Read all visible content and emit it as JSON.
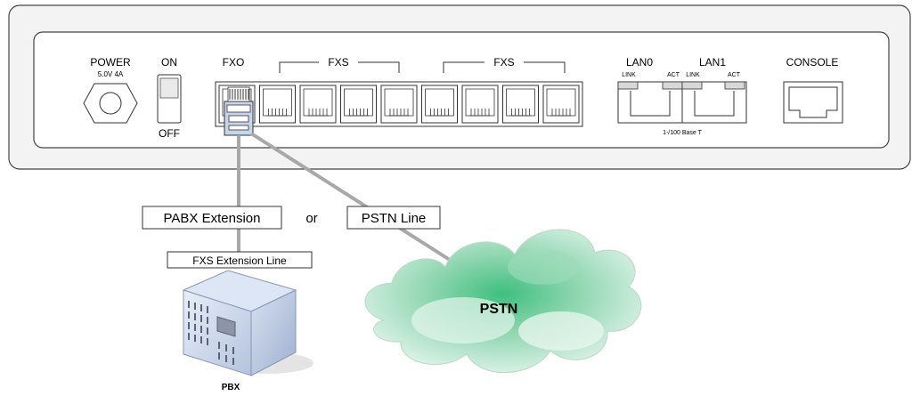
{
  "panel": {
    "power_label": "POWER",
    "power_rating": "5.0V 4A",
    "switch_on": "ON",
    "switch_off": "OFF",
    "fxo_label": "FXO",
    "fxs_group1_label": "FXS",
    "fxs_group2_label": "FXS",
    "lan0_label": "LAN0",
    "lan1_label": "LAN1",
    "lan0_link": "LINK",
    "lan0_act": "ACT",
    "lan1_link": "LINK",
    "lan1_act": "ACT",
    "lan_speed": "1-/100 Base T",
    "console_label": "CONSOLE"
  },
  "connections": {
    "pabx_extension": "PABX Extension",
    "or_text": "or",
    "pstn_line": "PSTN Line",
    "fxs_extension_line": "FXS Extension Line"
  },
  "nodes": {
    "pbx": "PBX",
    "pstn": "PSTN"
  },
  "colors": {
    "cable": "#a8a8a8",
    "panel_fill": "#f3f3f3",
    "cloud_green": "#8fd6b0",
    "pbx_blue": "#c9d7ee"
  }
}
